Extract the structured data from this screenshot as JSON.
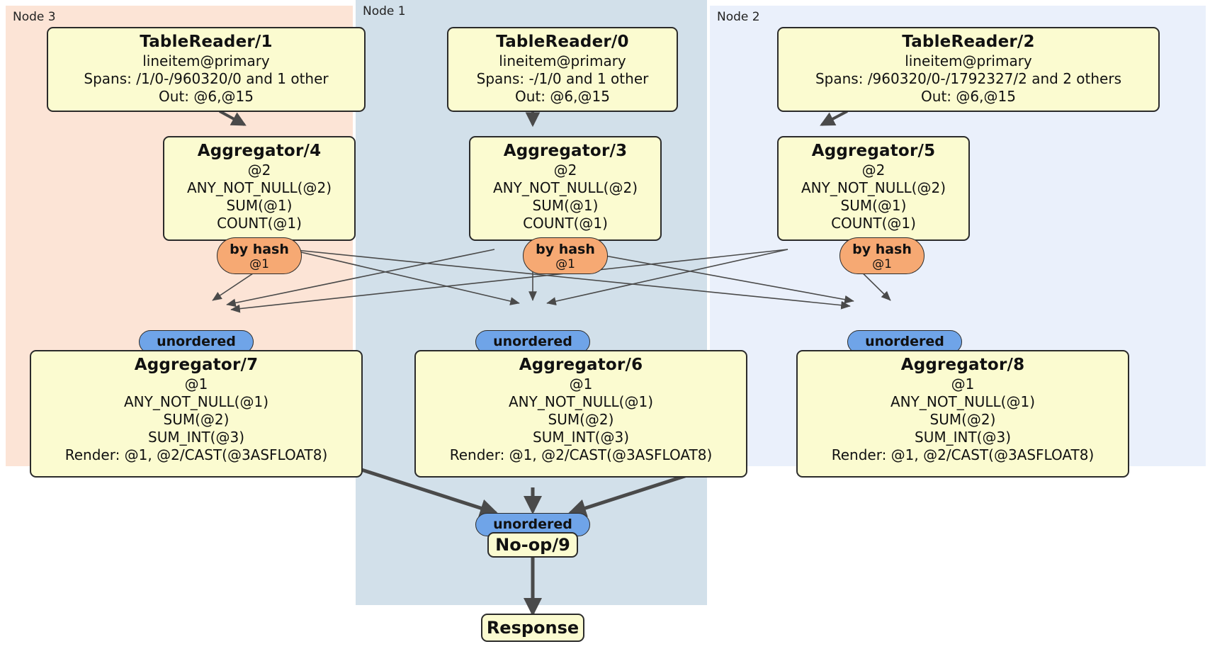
{
  "diagram": {
    "type": "distributed-query-plan",
    "panels": [
      {
        "id": "node3",
        "label": "Node 3",
        "color": "#fce4d6"
      },
      {
        "id": "node1",
        "label": "Node 1",
        "color": "#d2e0ea"
      },
      {
        "id": "node2",
        "label": "Node 2",
        "color": "#eaf0fb"
      }
    ],
    "colors": {
      "process_box_fill": "#fbfbd0",
      "process_box_border": "#2b2b2b",
      "hash_pill_fill": "#f6a973",
      "unordered_pill_fill": "#6fa4e8",
      "edge": "#4a4a4a"
    }
  },
  "readers": {
    "tr1": {
      "title": "TableReader/1",
      "line1": "lineitem@primary",
      "line2": "Spans: /1/0-/960320/0 and 1 other",
      "line3": "Out: @6,@15"
    },
    "tr0": {
      "title": "TableReader/0",
      "line1": "lineitem@primary",
      "line2": "Spans: -/1/0 and 1 other",
      "line3": "Out: @6,@15"
    },
    "tr2": {
      "title": "TableReader/2",
      "line1": "lineitem@primary",
      "line2": "Spans: /960320/0-/1792327/2 and 2 others",
      "line3": "Out: @6,@15"
    }
  },
  "aggregators_stage1": {
    "agg4": {
      "title": "Aggregator/4",
      "line1": "@2",
      "line2": "ANY_NOT_NULL(@2)",
      "line3": "SUM(@1)",
      "line4": "COUNT(@1)"
    },
    "agg3": {
      "title": "Aggregator/3",
      "line1": "@2",
      "line2": "ANY_NOT_NULL(@2)",
      "line3": "SUM(@1)",
      "line4": "COUNT(@1)"
    },
    "agg5": {
      "title": "Aggregator/5",
      "line1": "@2",
      "line2": "ANY_NOT_NULL(@2)",
      "line3": "SUM(@1)",
      "line4": "COUNT(@1)"
    }
  },
  "hash_routers": {
    "left": {
      "title": "by hash",
      "sub": "@1"
    },
    "middle": {
      "title": "by hash",
      "sub": "@1"
    },
    "right": {
      "title": "by hash",
      "sub": "@1"
    }
  },
  "unordered_synchronizers": {
    "left": {
      "title": "unordered"
    },
    "middle": {
      "title": "unordered"
    },
    "right": {
      "title": "unordered"
    },
    "final": {
      "title": "unordered"
    }
  },
  "aggregators_stage2": {
    "agg7": {
      "title": "Aggregator/7",
      "line1": "@1",
      "line2": "ANY_NOT_NULL(@1)",
      "line3": "SUM(@2)",
      "line4": "SUM_INT(@3)",
      "line5": "Render: @1, @2/CAST(@3ASFLOAT8)"
    },
    "agg6": {
      "title": "Aggregator/6",
      "line1": "@1",
      "line2": "ANY_NOT_NULL(@1)",
      "line3": "SUM(@2)",
      "line4": "SUM_INT(@3)",
      "line5": "Render: @1, @2/CAST(@3ASFLOAT8)"
    },
    "agg8": {
      "title": "Aggregator/8",
      "line1": "@1",
      "line2": "ANY_NOT_NULL(@1)",
      "line3": "SUM(@2)",
      "line4": "SUM_INT(@3)",
      "line5": "Render: @1, @2/CAST(@3ASFLOAT8)"
    }
  },
  "terminal": {
    "noop": {
      "title": "No-op/9"
    },
    "response": {
      "title": "Response"
    }
  }
}
